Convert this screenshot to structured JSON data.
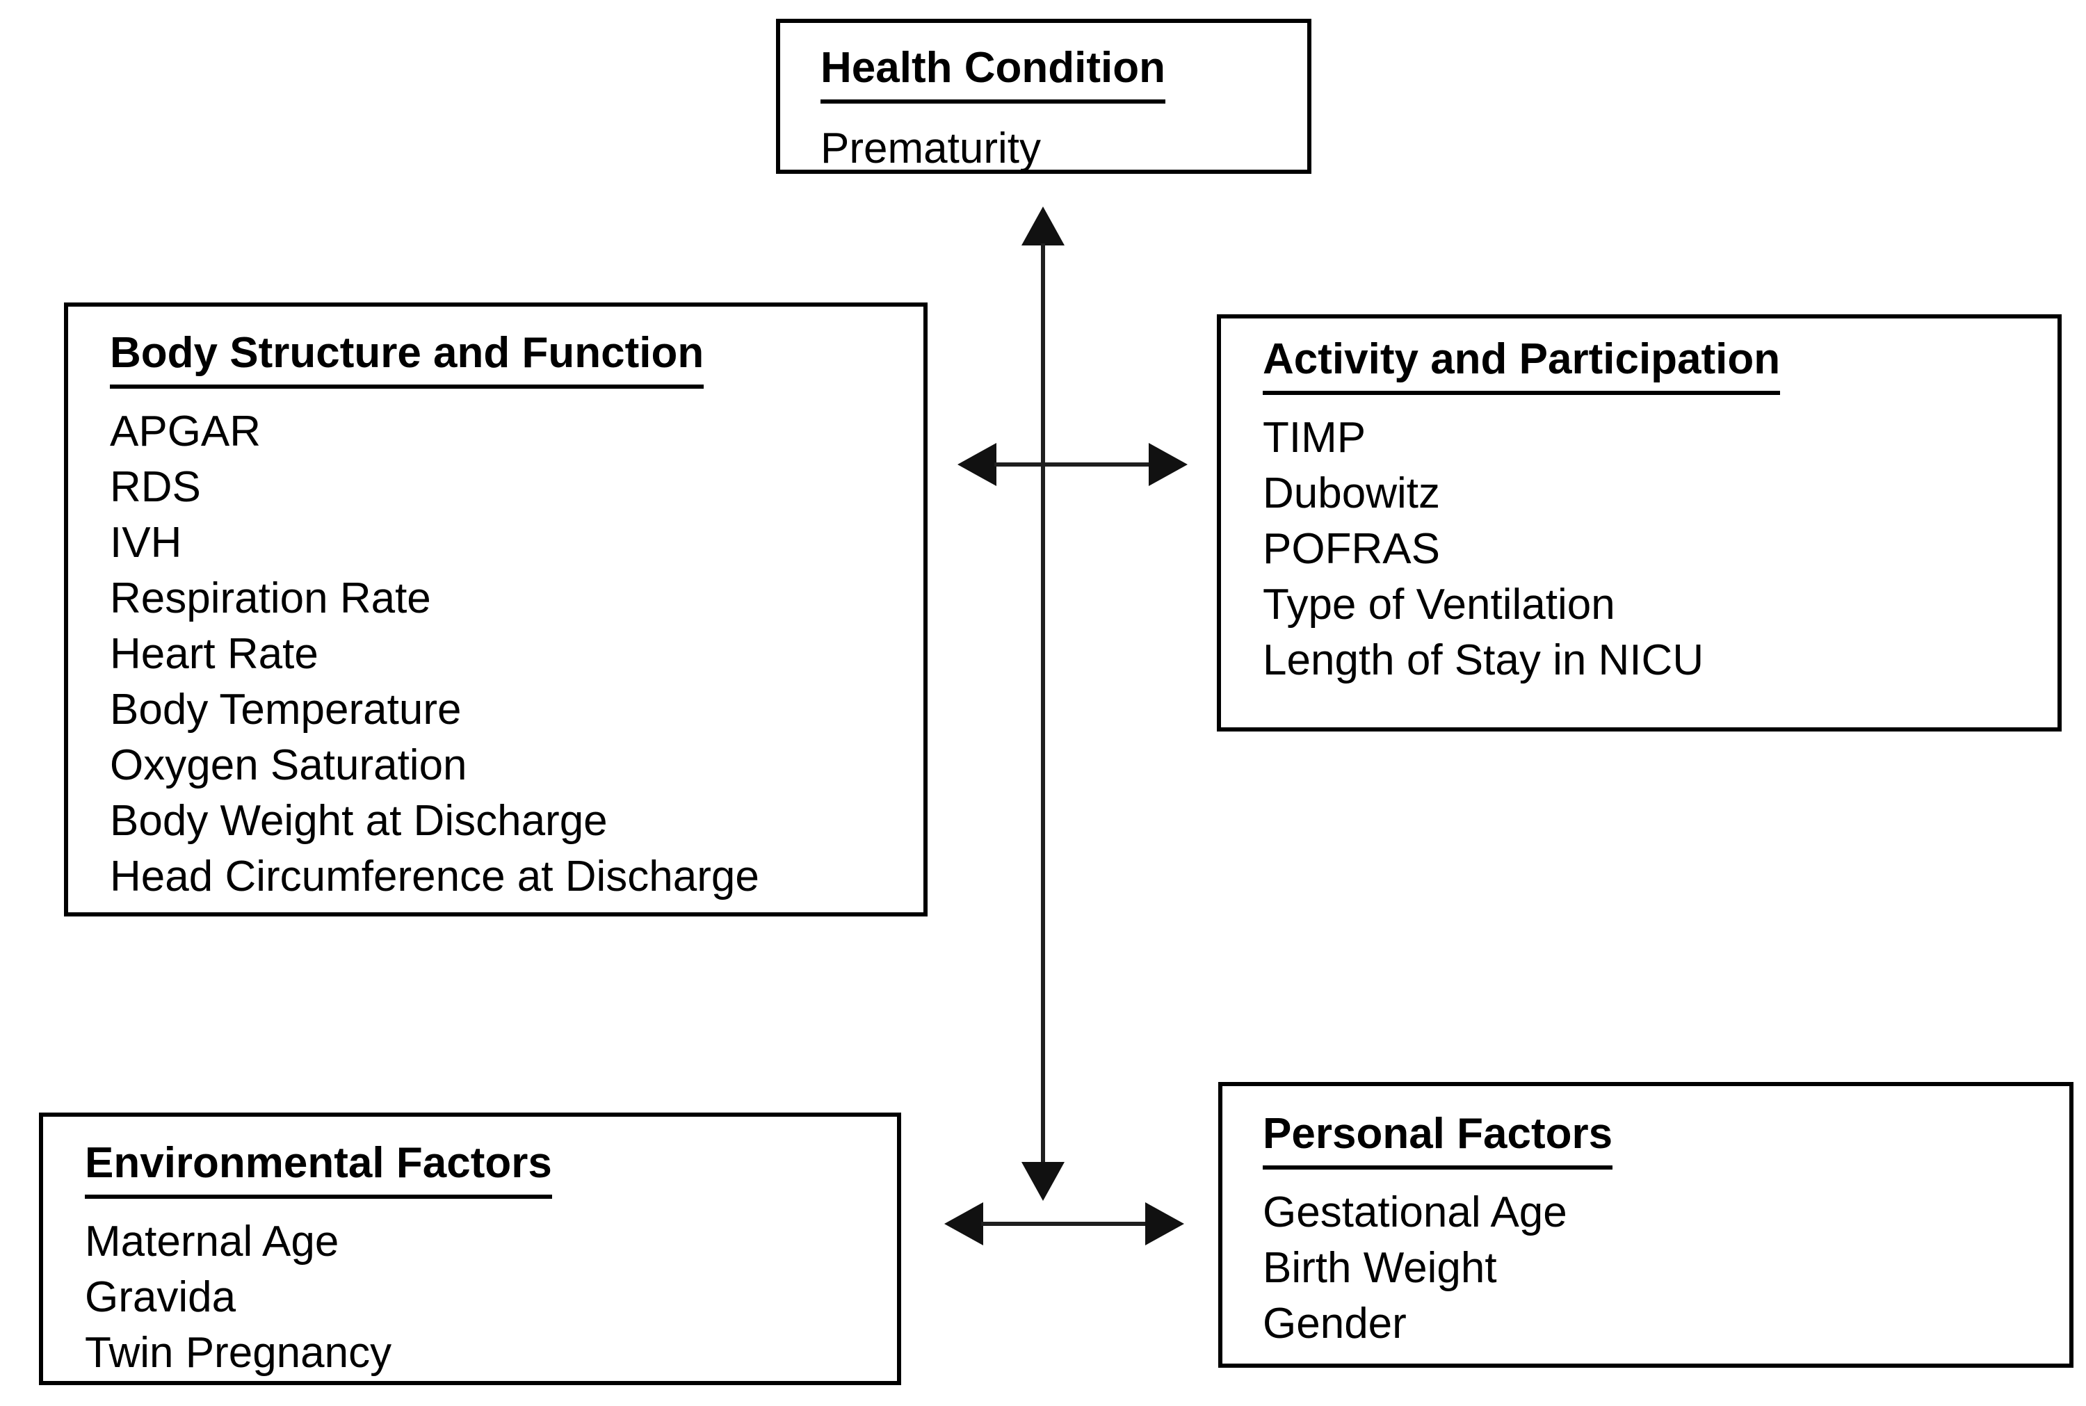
{
  "page": {
    "background": "#ffffff",
    "text_color": "#000000",
    "border_color": "#000000"
  },
  "boxes": {
    "health_condition": {
      "title": "Health Condition",
      "items": [
        "Prematurity"
      ]
    },
    "body_structure_and_function": {
      "title": "Body Structure and Function",
      "items": [
        "APGAR",
        "RDS",
        "IVH",
        "Respiration Rate",
        "Heart Rate",
        "Body Temperature",
        "Oxygen Saturation",
        "Body Weight at Discharge",
        "Head Circumference at Discharge"
      ]
    },
    "activity_and_participation": {
      "title": "Activity and Participation",
      "items": [
        "TIMP",
        "Dubowitz",
        "POFRAS",
        "Type of Ventilation",
        "Length of Stay in NICU"
      ]
    },
    "environmental_factors": {
      "title": "Environmental Factors",
      "items": [
        "Maternal Age",
        "Gravida",
        "Twin Pregnancy"
      ]
    },
    "personal_factors": {
      "title": "Personal Factors",
      "items": [
        "Gestational Age",
        "Birth Weight",
        "Gender"
      ]
    }
  },
  "connectors": [
    {
      "name": "vertical-double-arrow",
      "between": [
        "Health Condition",
        "center of diagram"
      ],
      "heads": "both",
      "orientation": "vertical"
    },
    {
      "name": "horizontal-double-arrow-top",
      "between": [
        "Body Structure and Function",
        "Activity and Participation"
      ],
      "heads": "both",
      "orientation": "horizontal"
    },
    {
      "name": "horizontal-double-arrow-bottom",
      "between": [
        "Environmental Factors",
        "Personal Factors"
      ],
      "heads": "both",
      "orientation": "horizontal"
    }
  ]
}
